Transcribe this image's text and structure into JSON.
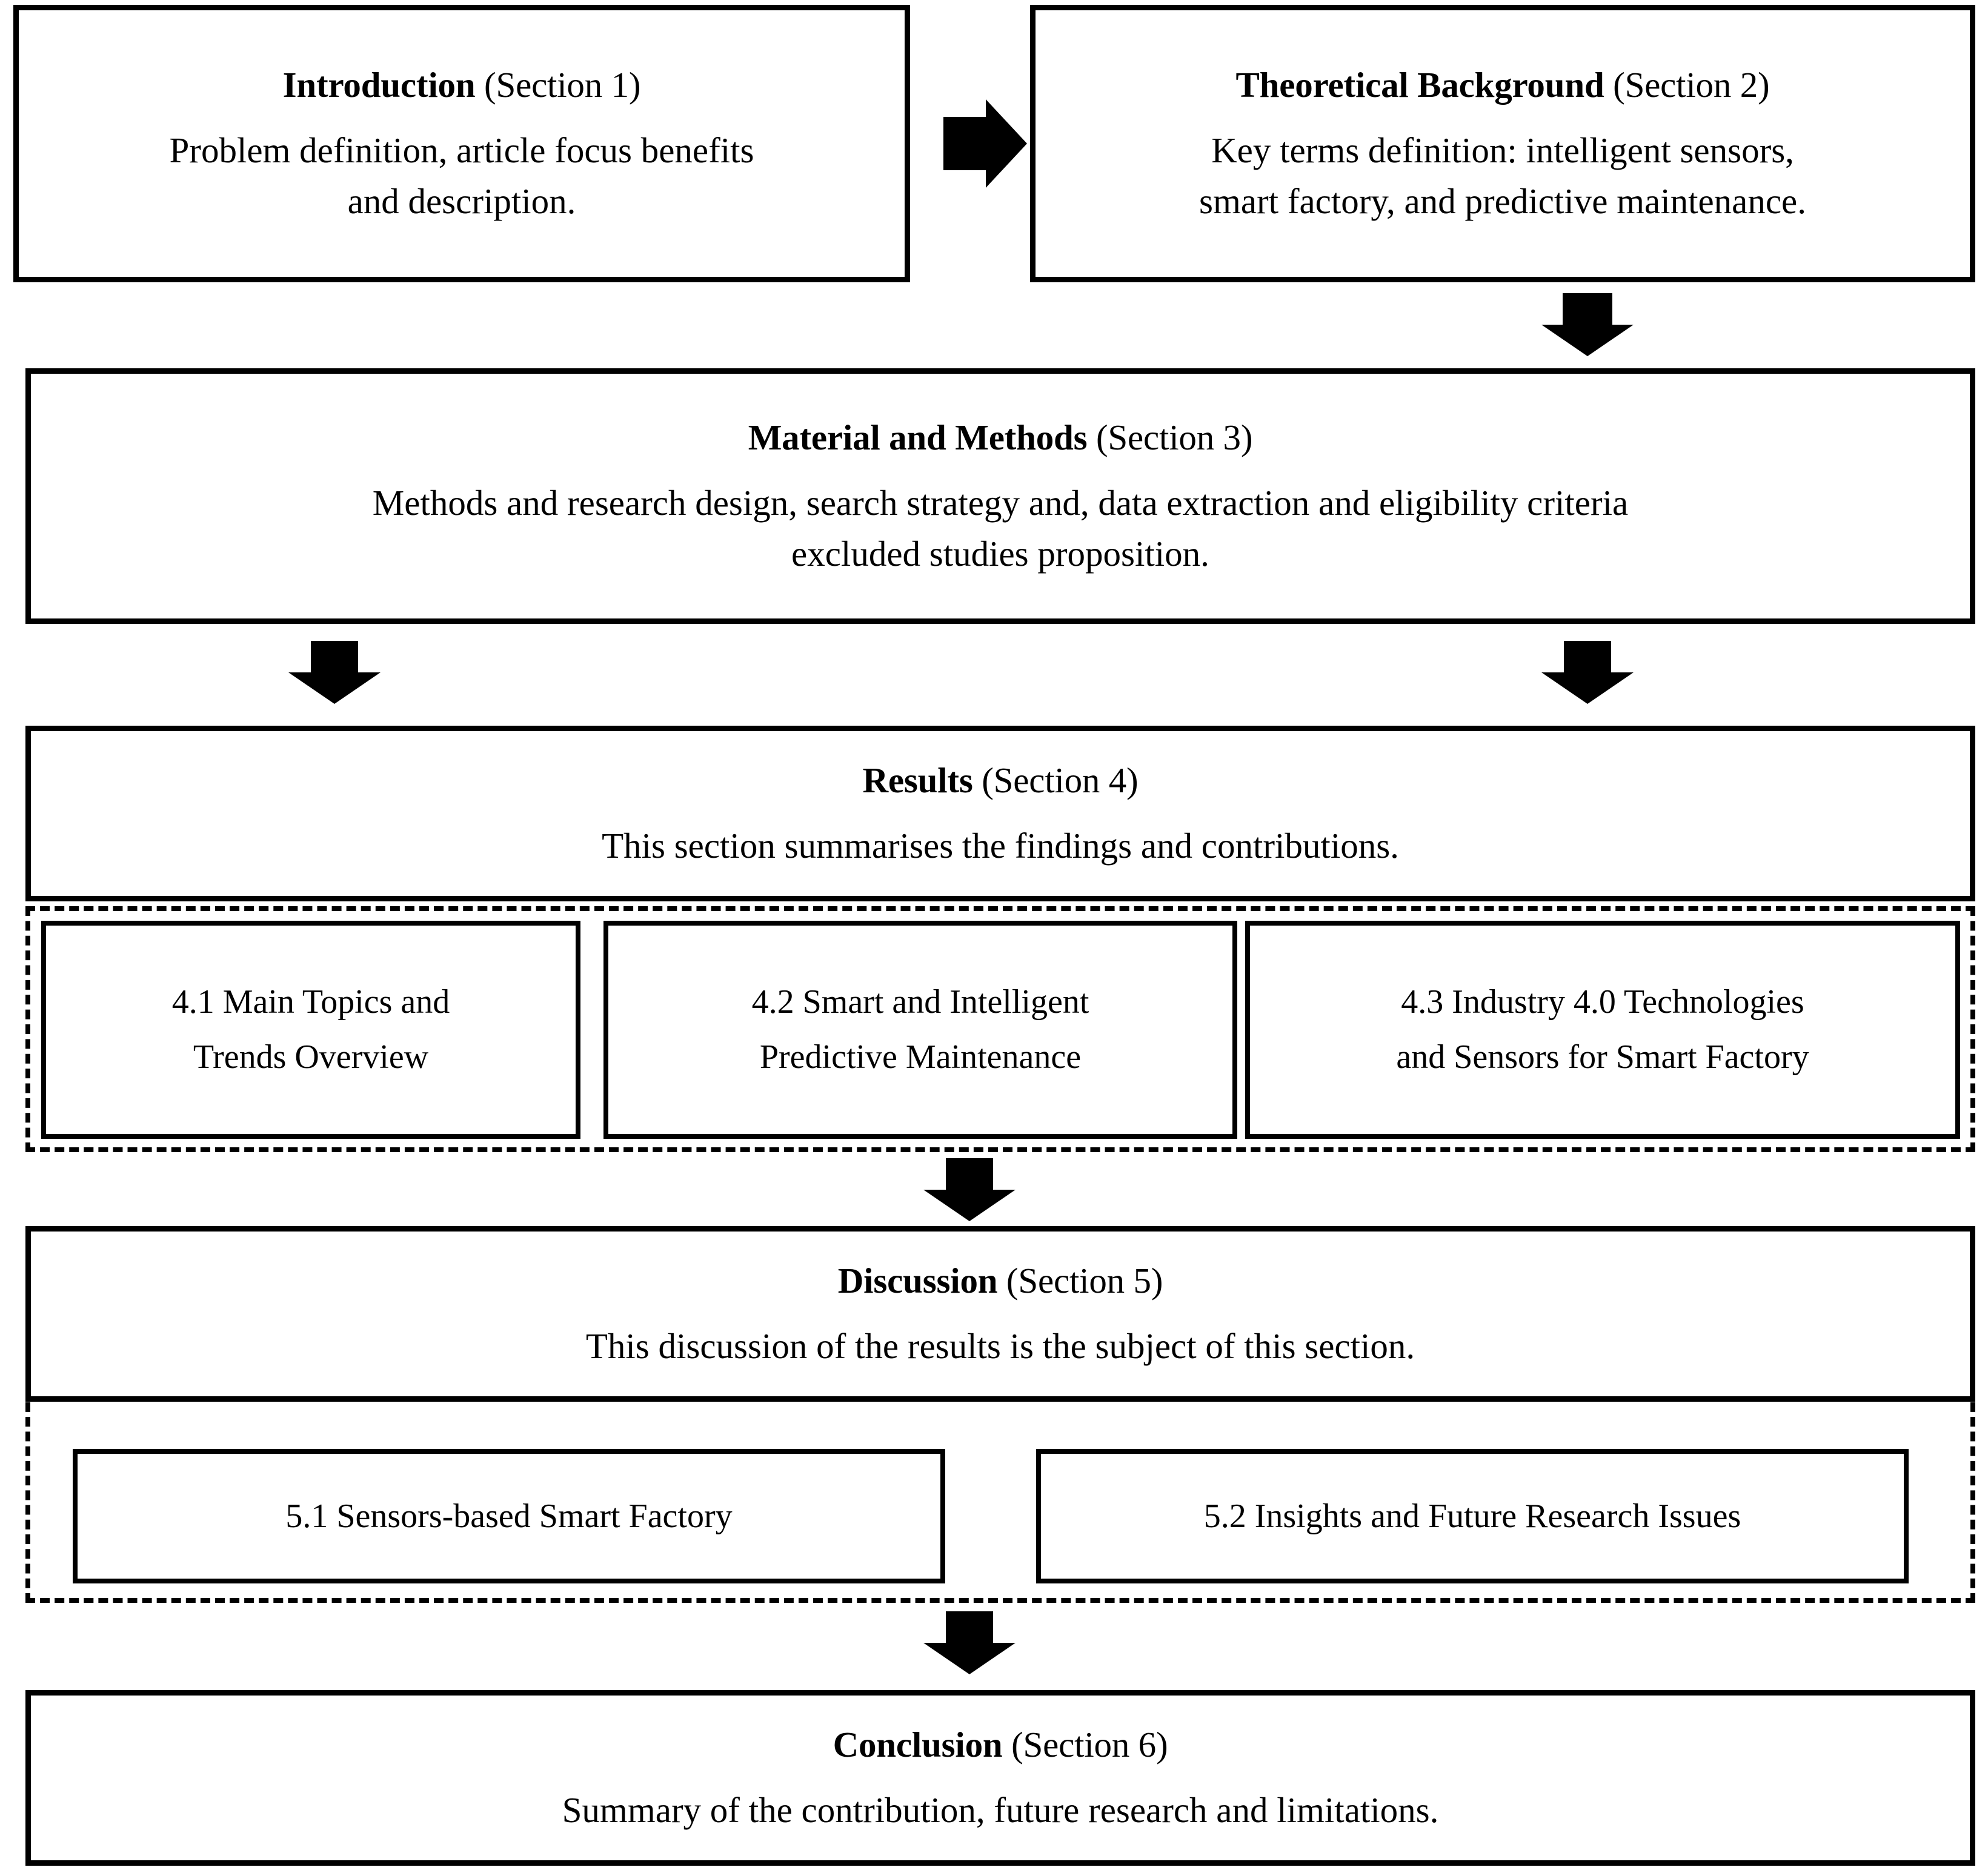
{
  "diagram": {
    "title": "Article structure flowchart",
    "accent_color": "#000000",
    "background_color": "#ffffff",
    "nodes": {
      "introduction": {
        "heading_bold": "Introduction",
        "heading_rest": " (Section 1)",
        "line1": "Problem definition, article focus benefits",
        "line2": "and description."
      },
      "theoretical_background": {
        "heading_bold": "Theoretical Background",
        "heading_rest": " (Section 2)",
        "line1": "Key terms definition: intelligent sensors,",
        "line2": "smart factory, and predictive maintenance."
      },
      "material_and_methods": {
        "heading_bold": "Material and Methods",
        "heading_rest": " (Section 3)",
        "line1": "Methods and research design, search strategy and, data extraction and eligibility criteria",
        "line2": "excluded studies proposition."
      },
      "results": {
        "heading_bold": "Results",
        "heading_rest": " (Section 4)",
        "line1": "This section summarises the findings and contributions."
      },
      "discussion": {
        "heading_bold": "Discussion",
        "heading_rest": " (Section 5)",
        "line1": "This discussion of the results is the subject of this section."
      },
      "conclusion": {
        "heading_bold": "Conclusion",
        "heading_rest": " (Section 6)",
        "line1": "Summary of the contribution, future research and limitations."
      }
    },
    "results_subsections": [
      {
        "id": "4.1",
        "line1": "4.1 Main Topics and",
        "line2": "Trends Overview"
      },
      {
        "id": "4.2",
        "line1": "4.2 Smart and Intelligent",
        "line2": "Predictive Maintenance"
      },
      {
        "id": "4.3",
        "line1": "4.3 Industry 4.0 Technologies",
        "line2": "and Sensors for Smart Factory"
      }
    ],
    "discussion_subsections": [
      {
        "id": "5.1",
        "line1": "5.1 Sensors-based Smart Factory"
      },
      {
        "id": "5.2",
        "line1": "5.2 Insights and Future Research Issues"
      }
    ],
    "connectors": [
      {
        "name": "intro-to-theory",
        "direction": "right"
      },
      {
        "name": "theory-to-methods",
        "direction": "down"
      },
      {
        "name": "methods-to-results-left",
        "direction": "down"
      },
      {
        "name": "methods-to-results-right",
        "direction": "down"
      },
      {
        "name": "results-to-discussion",
        "direction": "down"
      },
      {
        "name": "discussion-to-conclusion",
        "direction": "down"
      }
    ]
  }
}
